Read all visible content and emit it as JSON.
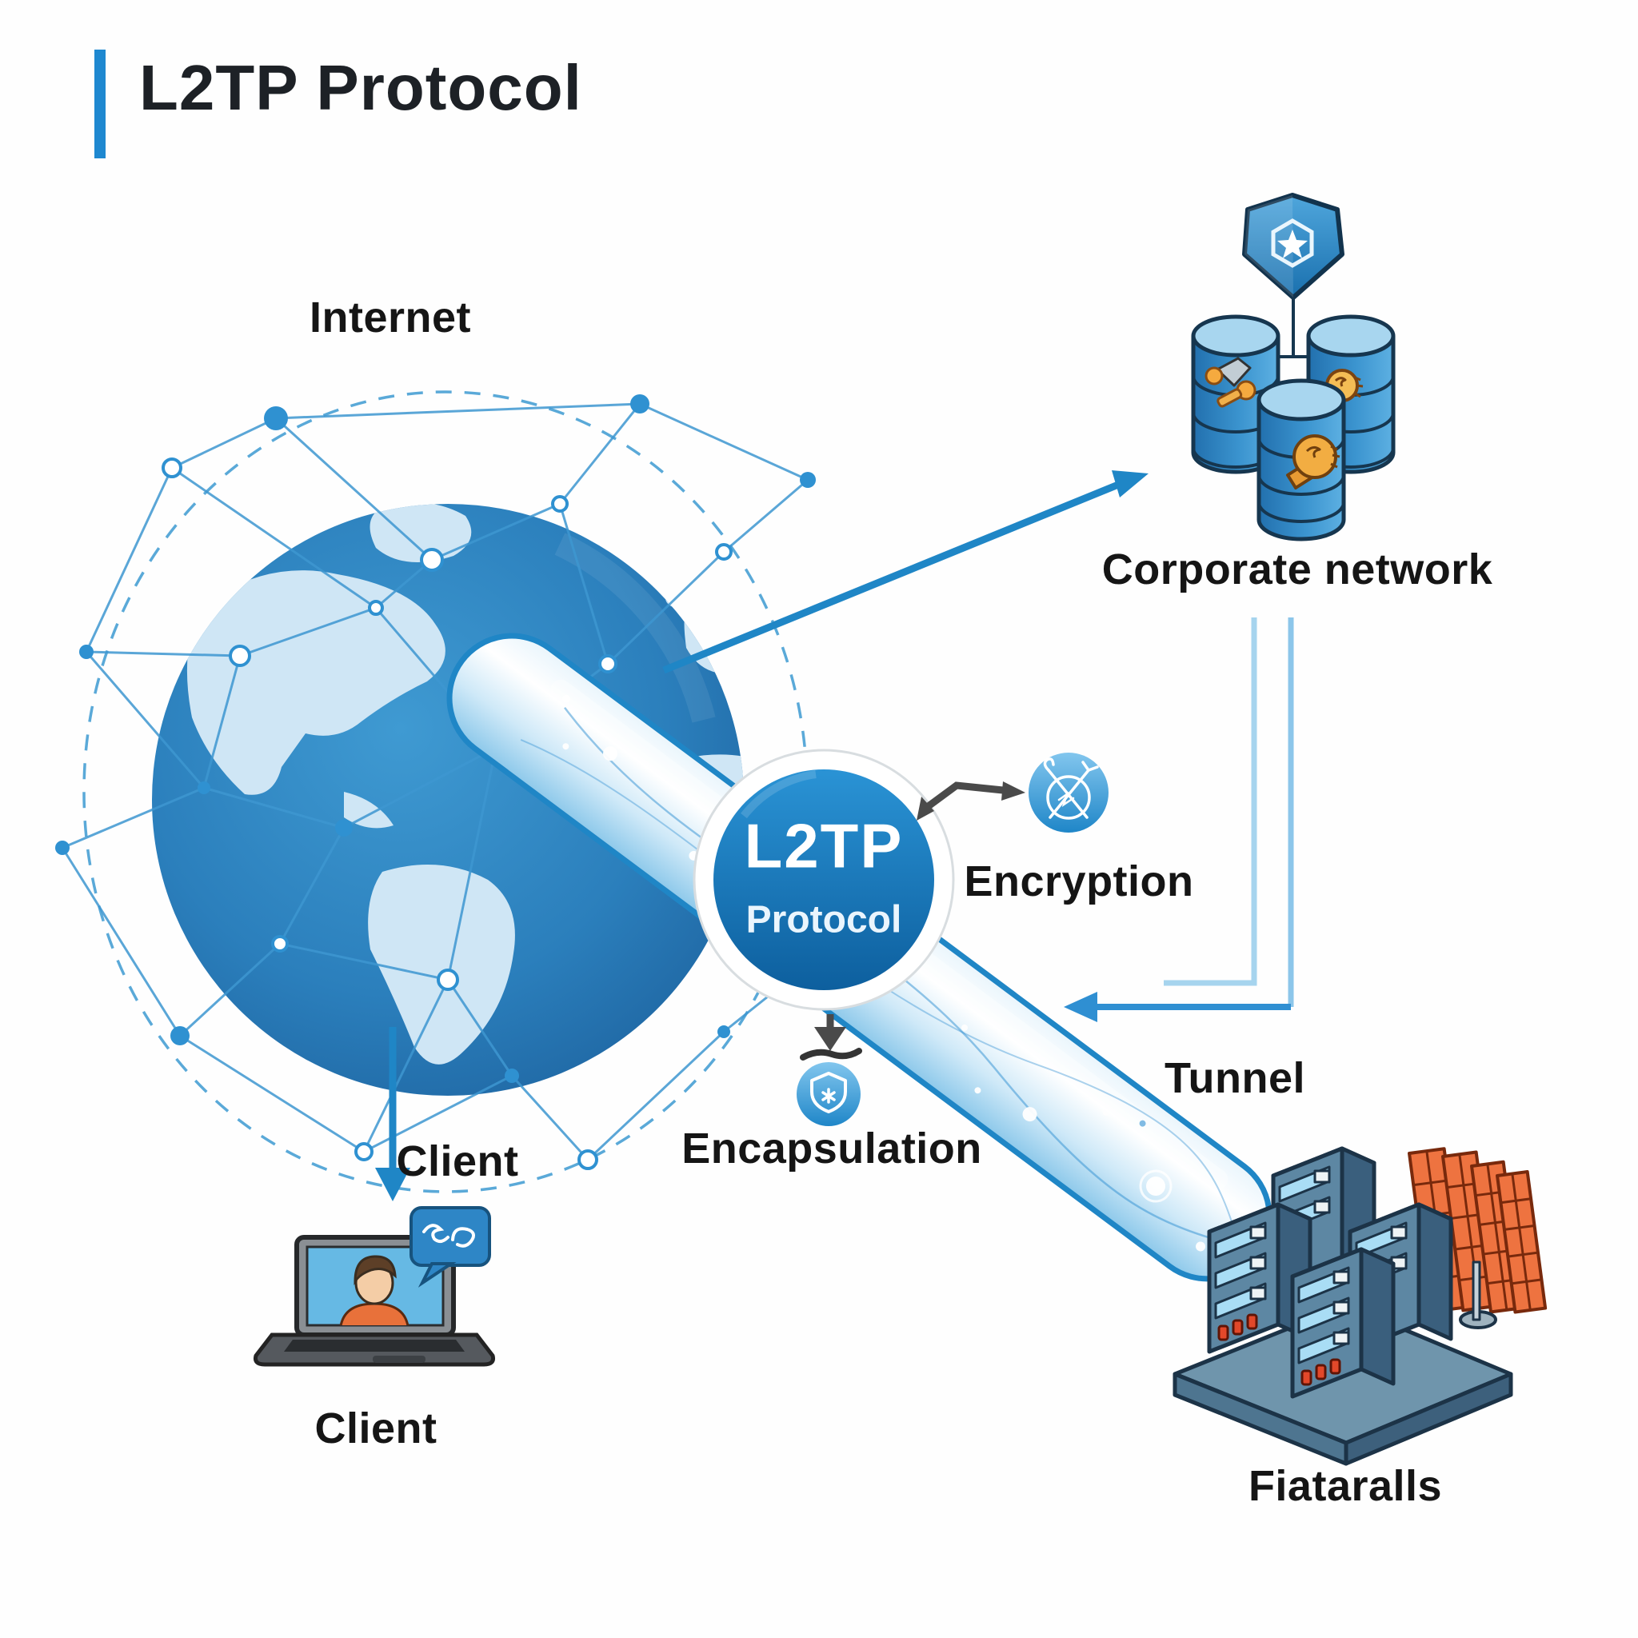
{
  "header": {
    "title": "L2TP Protocol"
  },
  "diagram": {
    "center_node": {
      "line1": "L2TP",
      "line2": "Protocol"
    },
    "labels": {
      "internet": "Internet",
      "corporate_network": "Corporate network",
      "encryption": "Encryption",
      "encapsulation": "Encapsulation",
      "tunnel": "Tunnel",
      "client_upper": "Client",
      "client_lower": "Client",
      "firewalls": "Fiataralls"
    },
    "icons": {
      "globe": "globe-network-icon",
      "corporate_shield": "shield-star-icon",
      "corporate_storage": "database-cylinders-icon",
      "encryption": "crossed-keys-icon",
      "encapsulation": "shield-lock-icon",
      "client": "laptop-user-icon",
      "servers": "server-rack-icon",
      "firewall": "brick-wall-icon"
    },
    "colors": {
      "accent_blue": "#1f86c6",
      "title_bar_blue": "#1e88d0",
      "dark_text": "#1a1a1a",
      "node_fill": "#1779ba",
      "tunnel_fill": "#cfe9f8",
      "arrow_dark": "#4a4a4a",
      "firewall_orange": "#ee7340",
      "coin_yellow": "#f2b04a"
    }
  }
}
